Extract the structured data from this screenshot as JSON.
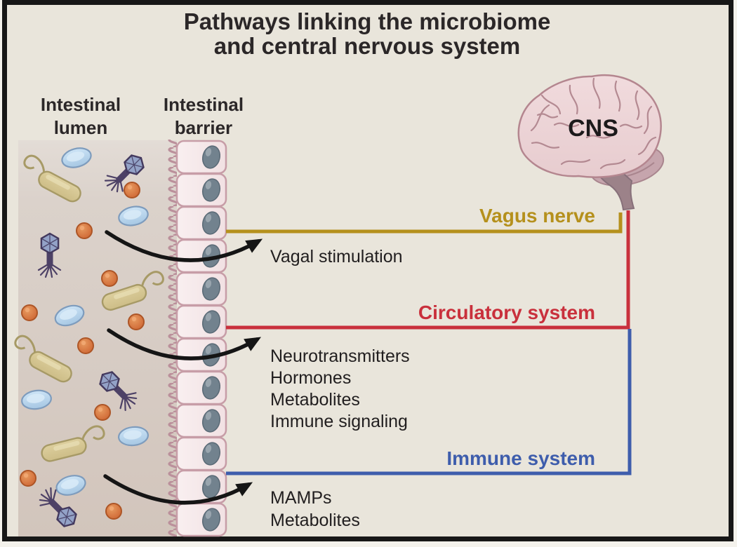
{
  "figure": {
    "title_line1": "Pathways linking the microbiome",
    "title_line2": "and central nervous system"
  },
  "labels": {
    "lumen_line1": "Intestinal",
    "lumen_line2": "lumen",
    "barrier_line1": "Intestinal",
    "barrier_line2": "barrier",
    "cns": "CNS"
  },
  "pathways": {
    "vagus": {
      "label": "Vagus nerve",
      "color": "#b5901c",
      "annotation": "Vagal stimulation"
    },
    "circulatory": {
      "label": "Circulatory system",
      "color": "#c9303c",
      "mediators": [
        "Neurotransmitters",
        "Hormones",
        "Metabolites",
        "Immune signaling"
      ]
    },
    "immune": {
      "label": "Immune system",
      "color": "#3e5dac",
      "mediators": [
        "MAMPs",
        "Metabolites"
      ]
    }
  },
  "colors": {
    "background": "#e9e5db",
    "frame": "#171717",
    "arrow": "#151515"
  },
  "icons": {
    "organisms": [
      "oval-bacterium-icon",
      "coccus-icon",
      "rod-bacterium-icon",
      "bacteriophage-icon"
    ],
    "anatomy": [
      "brain-icon",
      "epithelial-cell-icon",
      "microvilli-icon"
    ]
  }
}
